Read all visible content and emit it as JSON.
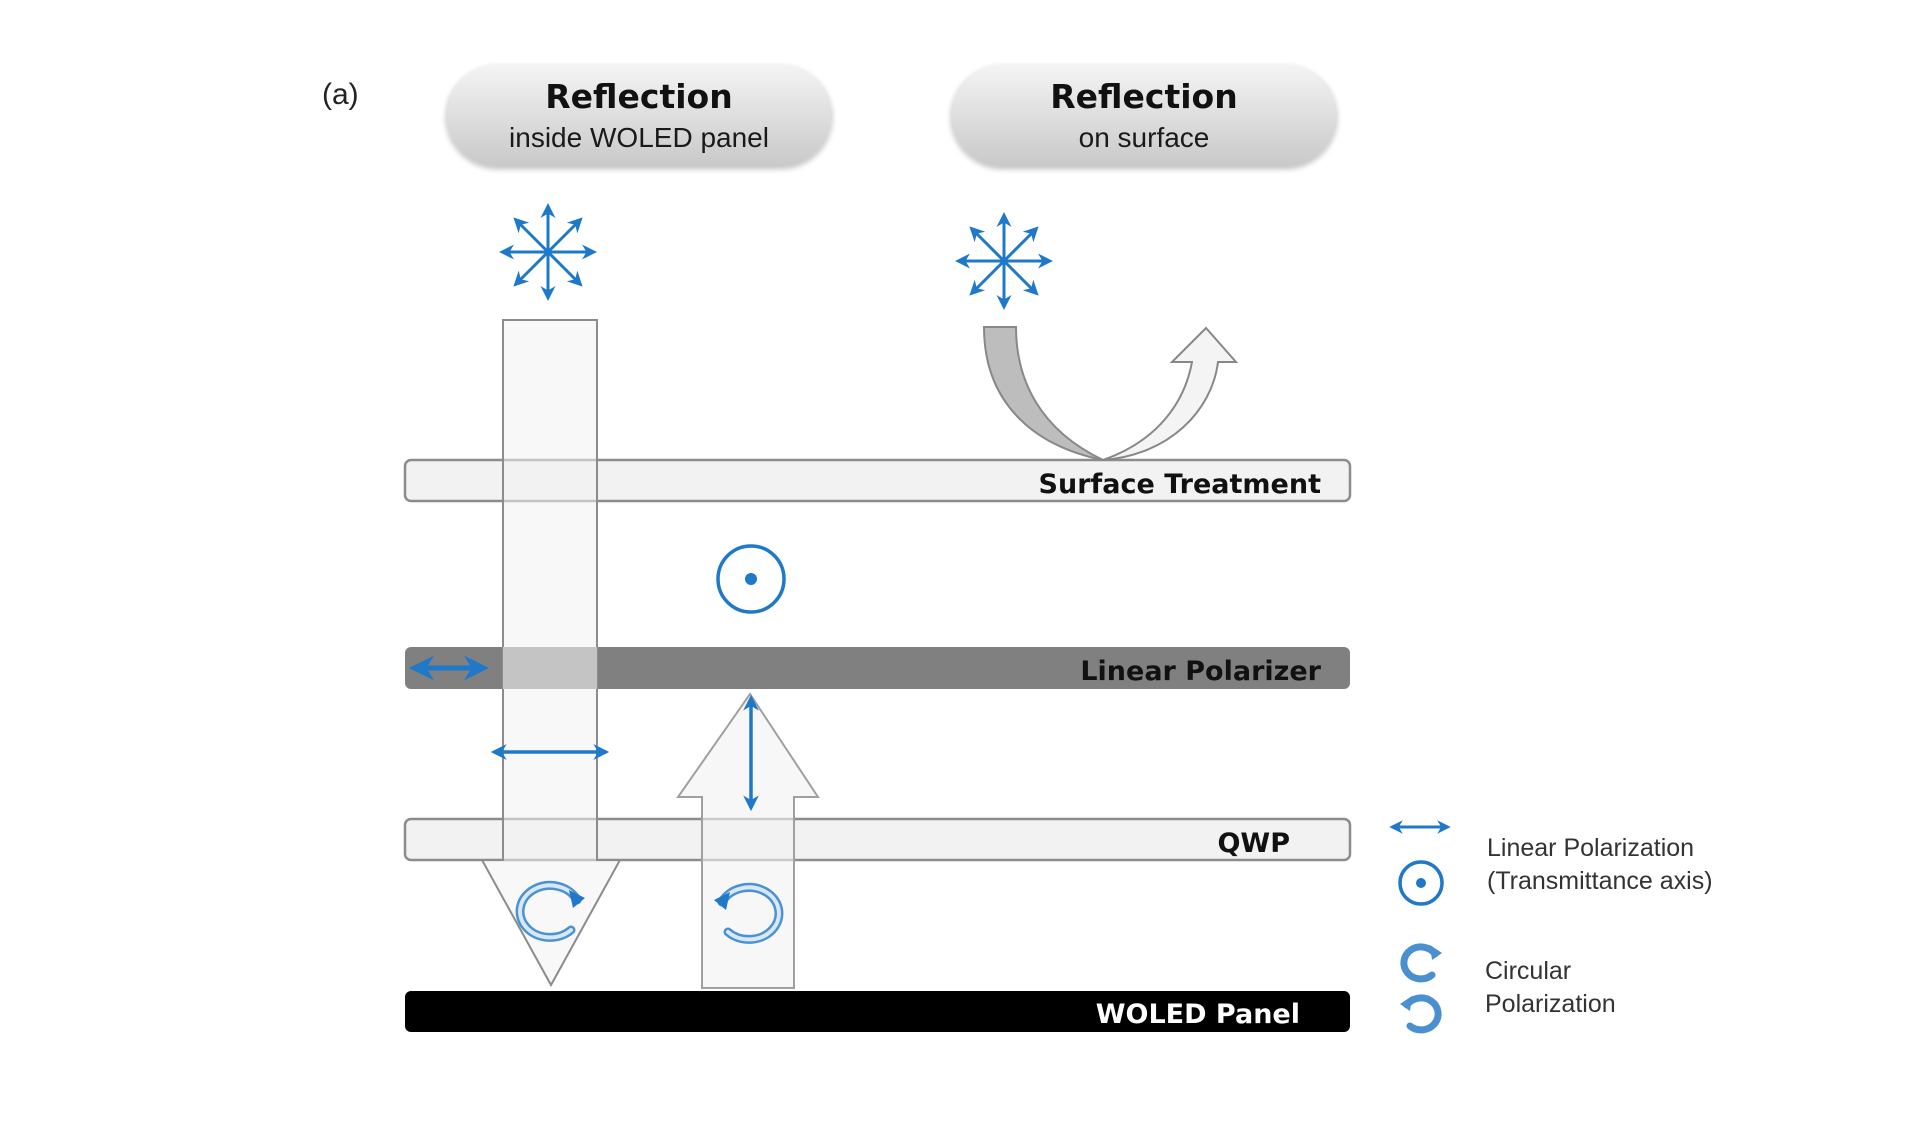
{
  "panel_label": "(a)",
  "headers": [
    {
      "title": "Reflection",
      "subtitle": "inside WOLED panel"
    },
    {
      "title": "Reflection",
      "subtitle": "on surface"
    }
  ],
  "layers": [
    {
      "name": "Surface Treatment",
      "fill": "#f2f2f2",
      "text_color": "#111111"
    },
    {
      "name": "Linear Polarizer",
      "fill": "#808080",
      "text_color": "#111111"
    },
    {
      "name": "QWP",
      "fill": "#f2f2f2",
      "text_color": "#111111"
    },
    {
      "name": "WOLED Panel",
      "fill": "#000000",
      "text_color": "#ffffff"
    }
  ],
  "legend": [
    {
      "icon": "linear-polarization-arrow-icon",
      "label_line1": "Linear Polarization",
      "label_line2": "(Transmittance axis)"
    },
    {
      "icon": "circular-polarization-icon",
      "label_line1": "Circular",
      "label_line2": "Polarization"
    }
  ],
  "colors": {
    "accent_blue": "#1f78c8",
    "beam_fill": "#f2f2f2",
    "beam_stroke": "#8c8c8c",
    "incident_arrow": "#bdbdbd",
    "reflected_arrow": "#f4f4f4",
    "pill_top": "#f2f2f2",
    "pill_bottom": "#cfcfcf"
  }
}
